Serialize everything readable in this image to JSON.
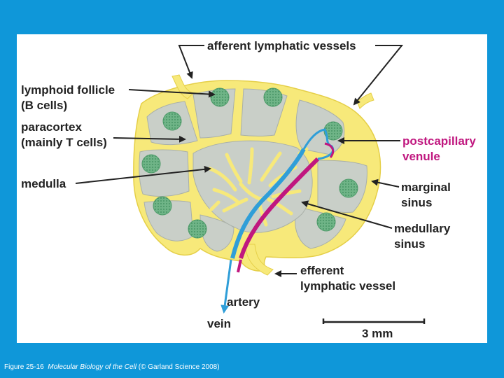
{
  "labels": {
    "afferent": "afferent lymphatic vessels",
    "follicle_1": "lymphoid follicle",
    "follicle_2": "(B cells)",
    "paracortex_1": "paracortex",
    "paracortex_2": "(mainly T cells)",
    "medulla": "medulla",
    "postcap_1": "postcapillary",
    "postcap_2": "venule",
    "marginal_1": "marginal",
    "marginal_2": "sinus",
    "medullary_1": "medullary",
    "medullary_2": "sinus",
    "efferent_1": "efferent",
    "efferent_2": "lymphatic vessel",
    "artery": "artery",
    "vein": "vein",
    "scale": "3 mm"
  },
  "caption": {
    "figure": "Figure 25-16",
    "book": "Molecular Biology of the Cell",
    "credit": "(© Garland Science 2008)"
  },
  "colors": {
    "background": "#0f97d9",
    "capsule": "#f7e97a",
    "tissue": "#c9cfc8",
    "follicle": "#5ea978",
    "vein": "#2f9ed8",
    "artery": "#c0177f",
    "highlight_label": "#c0177f"
  }
}
